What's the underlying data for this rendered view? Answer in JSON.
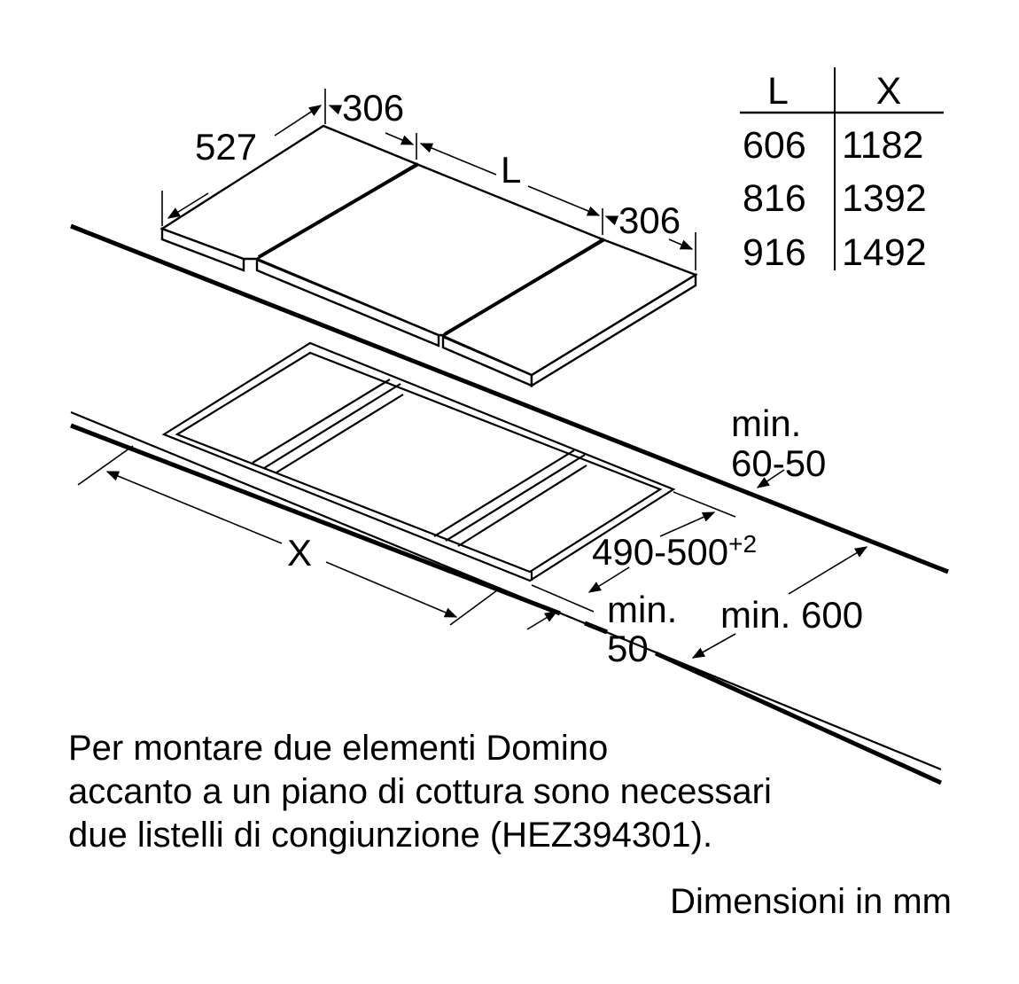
{
  "top_dimensions": {
    "depth": "527",
    "left_width": "306",
    "middle_width": "L",
    "right_width": "306"
  },
  "table": {
    "headers": [
      "L",
      "X"
    ],
    "rows": [
      [
        "606",
        "1182"
      ],
      [
        "816",
        "1392"
      ],
      [
        "916",
        "1492"
      ]
    ]
  },
  "cutout_dimensions": {
    "total_width": "X",
    "cutout_depth": "490-500",
    "cutout_depth_tolerance": "+2",
    "back_distance_line1": "min.",
    "back_distance_line2": "60-50",
    "front_distance_line1": "min.",
    "front_distance_line2": "50",
    "side_distance": "min. 600"
  },
  "note": {
    "lines": [
      "Per montare due elementi Domino",
      "accanto a un piano di cottura sono necessari",
      "due listelli di congiunzione (HEZ394301)."
    ]
  },
  "units_label": "Dimensioni in mm"
}
